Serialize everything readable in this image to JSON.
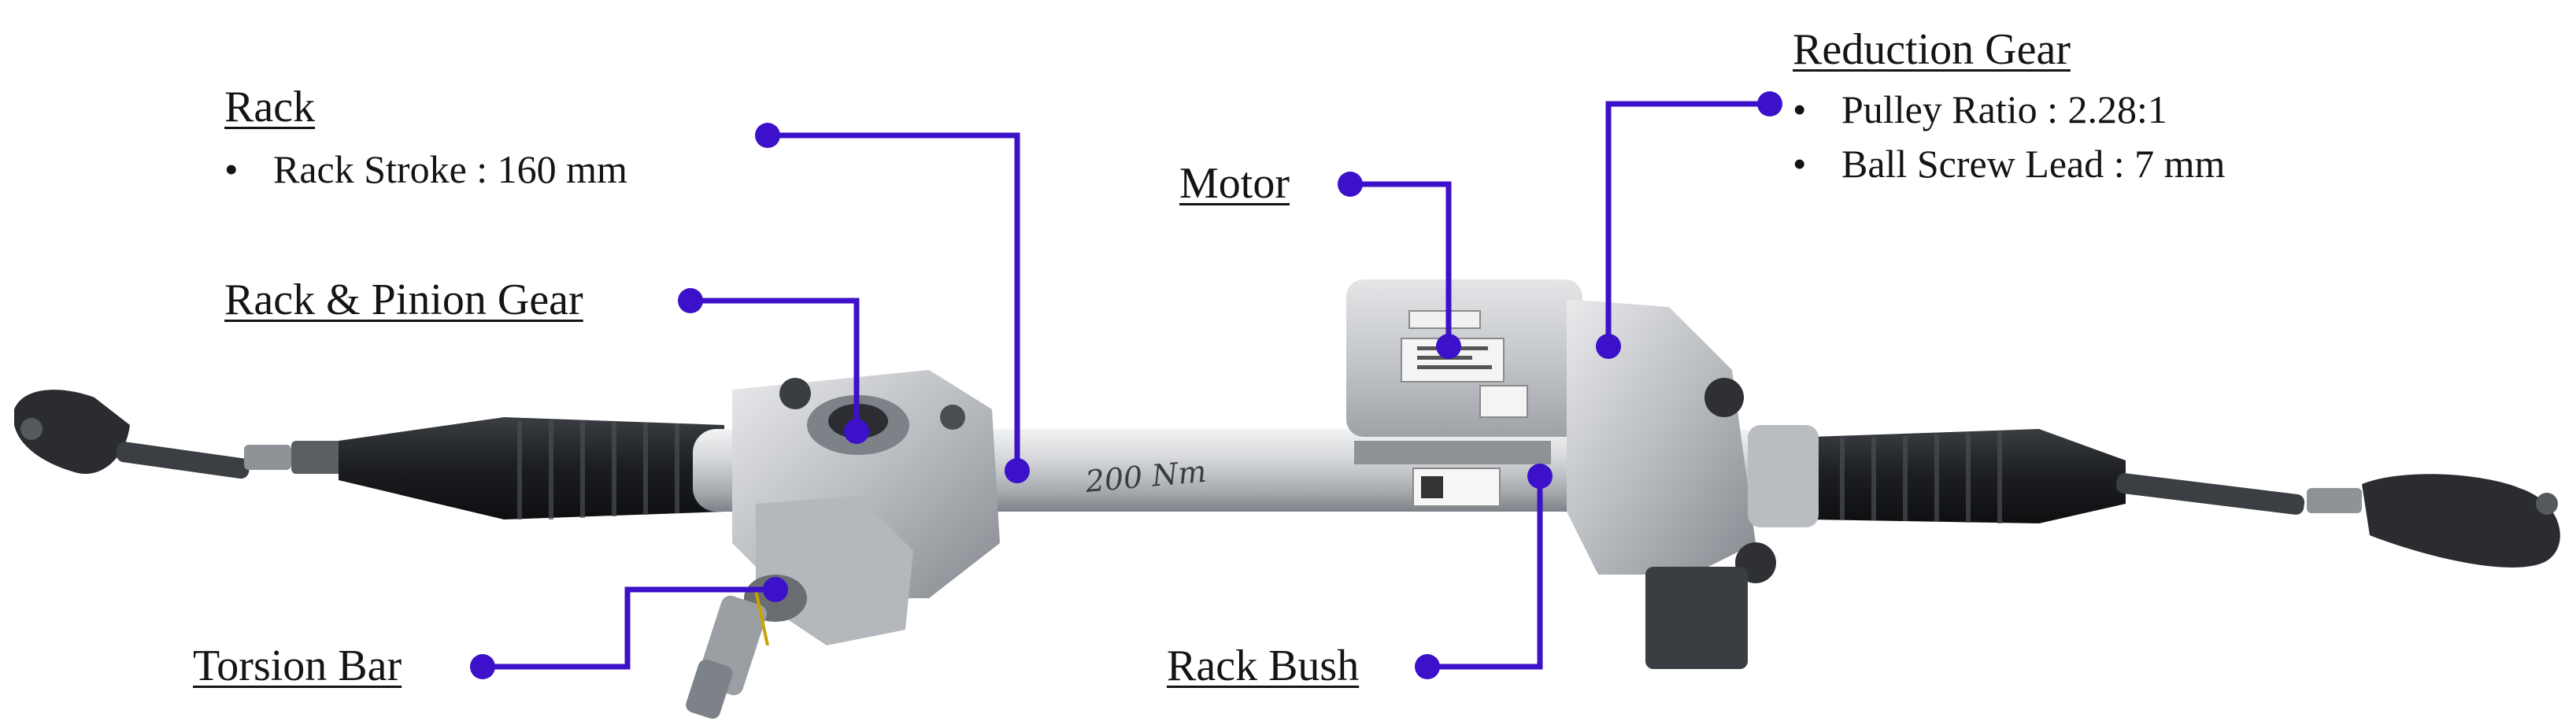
{
  "colors": {
    "callout": "#3D10C9",
    "metal_light": "#d9dbdd",
    "metal_mid": "#a9adb2",
    "metal_dark": "#6f747a",
    "rubber": "#1d1f22",
    "background": "#ffffff"
  },
  "labels": {
    "rack": {
      "title": "Rack",
      "bullets": [
        "Rack Stroke : 160 mm"
      ]
    },
    "rack_pinion_gear": {
      "title": "Rack & Pinion Gear"
    },
    "torsion_bar": {
      "title": "Torsion Bar"
    },
    "motor": {
      "title": "Motor"
    },
    "rack_bush": {
      "title": "Rack Bush"
    },
    "reduction_gear": {
      "title": "Reduction Gear",
      "bullets": [
        "Pulley Ratio : 2.28:1",
        "Ball Screw Lead : 7 mm"
      ]
    }
  },
  "bullet_symbol": "•",
  "handwritten_marking": "200 Nm"
}
